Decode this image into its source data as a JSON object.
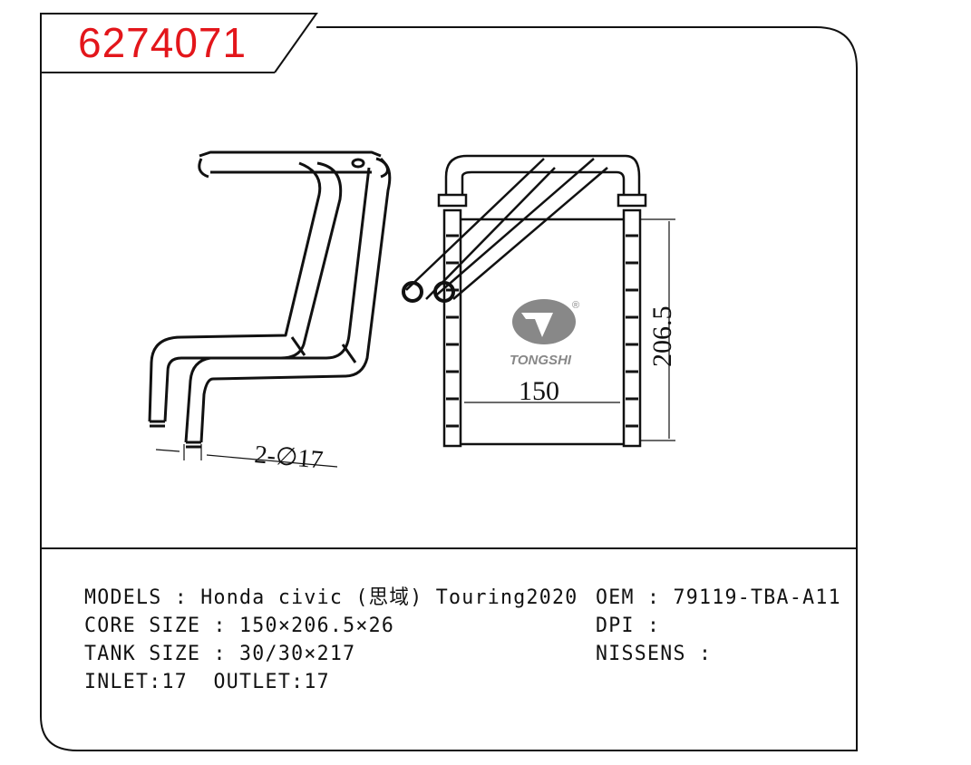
{
  "part_number": "6274071",
  "drawing": {
    "dim_width": "150",
    "dim_height": "206.5",
    "dim_pipe": "2-∅17",
    "logo_text": "TONGSHI",
    "logo_mark": "®"
  },
  "specs": {
    "models": "MODELS : Honda civic (思域) Touring2020",
    "core_size": "CORE SIZE : 150×206.5×26",
    "tank_size": "TANK SIZE : 30/30×217",
    "inlet_outlet": "INLET:17  OUTLET:17",
    "oem": "OEM : 79119-TBA-A11",
    "dpi": "DPI :",
    "nissens": "NISSENS :"
  },
  "colors": {
    "part_number": "#e3161b",
    "logo": "#888888"
  }
}
